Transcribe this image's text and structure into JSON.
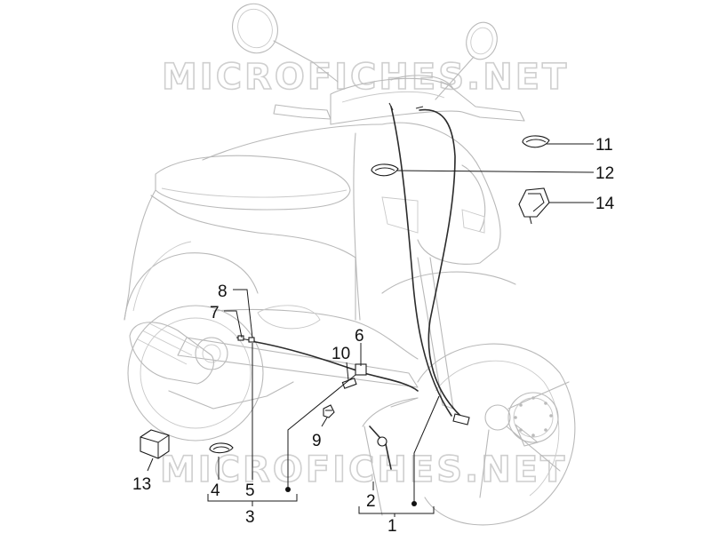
{
  "watermark": {
    "text": "MICROFICHES.NET"
  },
  "callouts": [
    {
      "id": "1",
      "label": "1"
    },
    {
      "id": "2",
      "label": "2"
    },
    {
      "id": "3",
      "label": "3"
    },
    {
      "id": "4",
      "label": "4"
    },
    {
      "id": "5",
      "label": "5"
    },
    {
      "id": "6",
      "label": "6"
    },
    {
      "id": "7",
      "label": "7"
    },
    {
      "id": "8",
      "label": "8"
    },
    {
      "id": "9",
      "label": "9"
    },
    {
      "id": "10",
      "label": "10"
    },
    {
      "id": "11",
      "label": "11"
    },
    {
      "id": "12",
      "label": "12"
    },
    {
      "id": "13",
      "label": "13"
    },
    {
      "id": "14",
      "label": "14"
    }
  ]
}
